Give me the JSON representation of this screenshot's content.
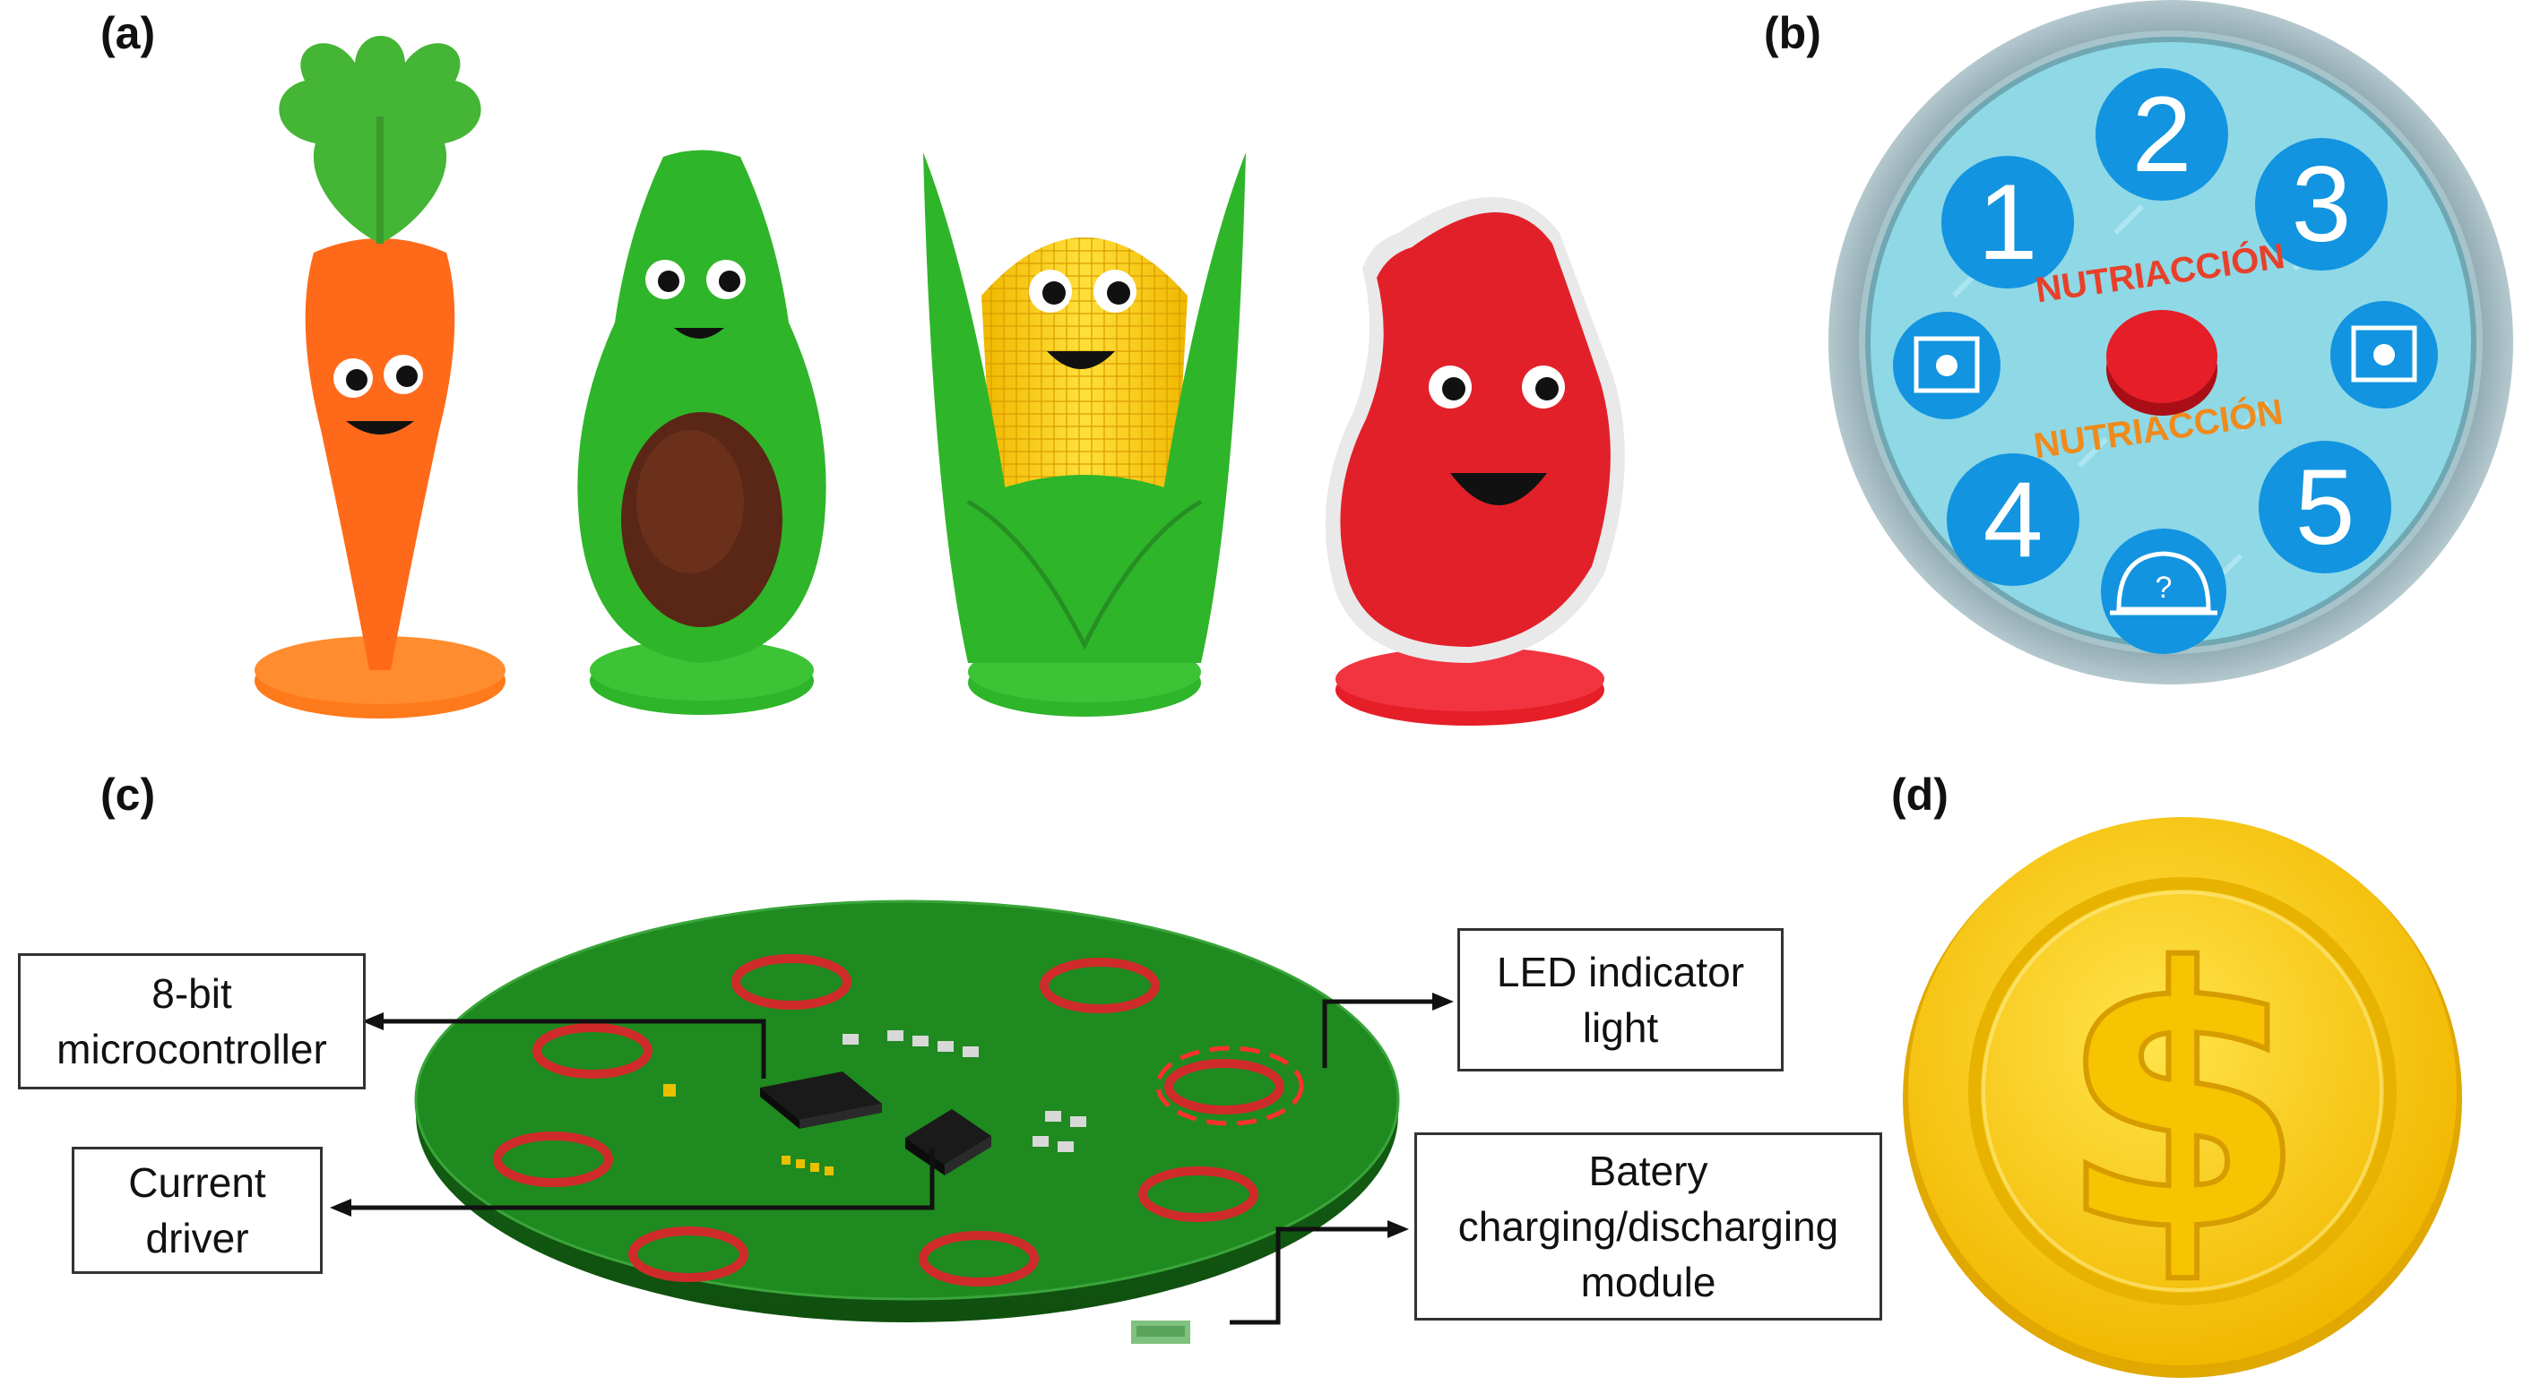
{
  "panels": {
    "a": "(a)",
    "b": "(b)",
    "c": "(c)",
    "d": "(d)"
  },
  "board_numbers": [
    "1",
    "2",
    "3",
    "4",
    "5"
  ],
  "board_brand": "NUTRIACCIÓN",
  "board_mystery": "?",
  "coin_symbol": "$",
  "callouts": {
    "microcontroller": [
      "8-bit",
      "microcontroller"
    ],
    "led": [
      "LED indicator",
      "light"
    ],
    "driver": [
      "Current",
      "driver"
    ],
    "battery": [
      "Batery",
      "charging/discharging",
      "module"
    ]
  },
  "colors": {
    "carrot": "#ff6a1a",
    "avocado": "#2fb52a",
    "corn": "#ffd21a",
    "meat": "#e8202a",
    "board_face": "#8fd8e6",
    "board_ring": "#9fb8c0",
    "token_blue": "#1294e0",
    "pcb_green": "#1f8a1f",
    "coin": "#ffd400"
  }
}
